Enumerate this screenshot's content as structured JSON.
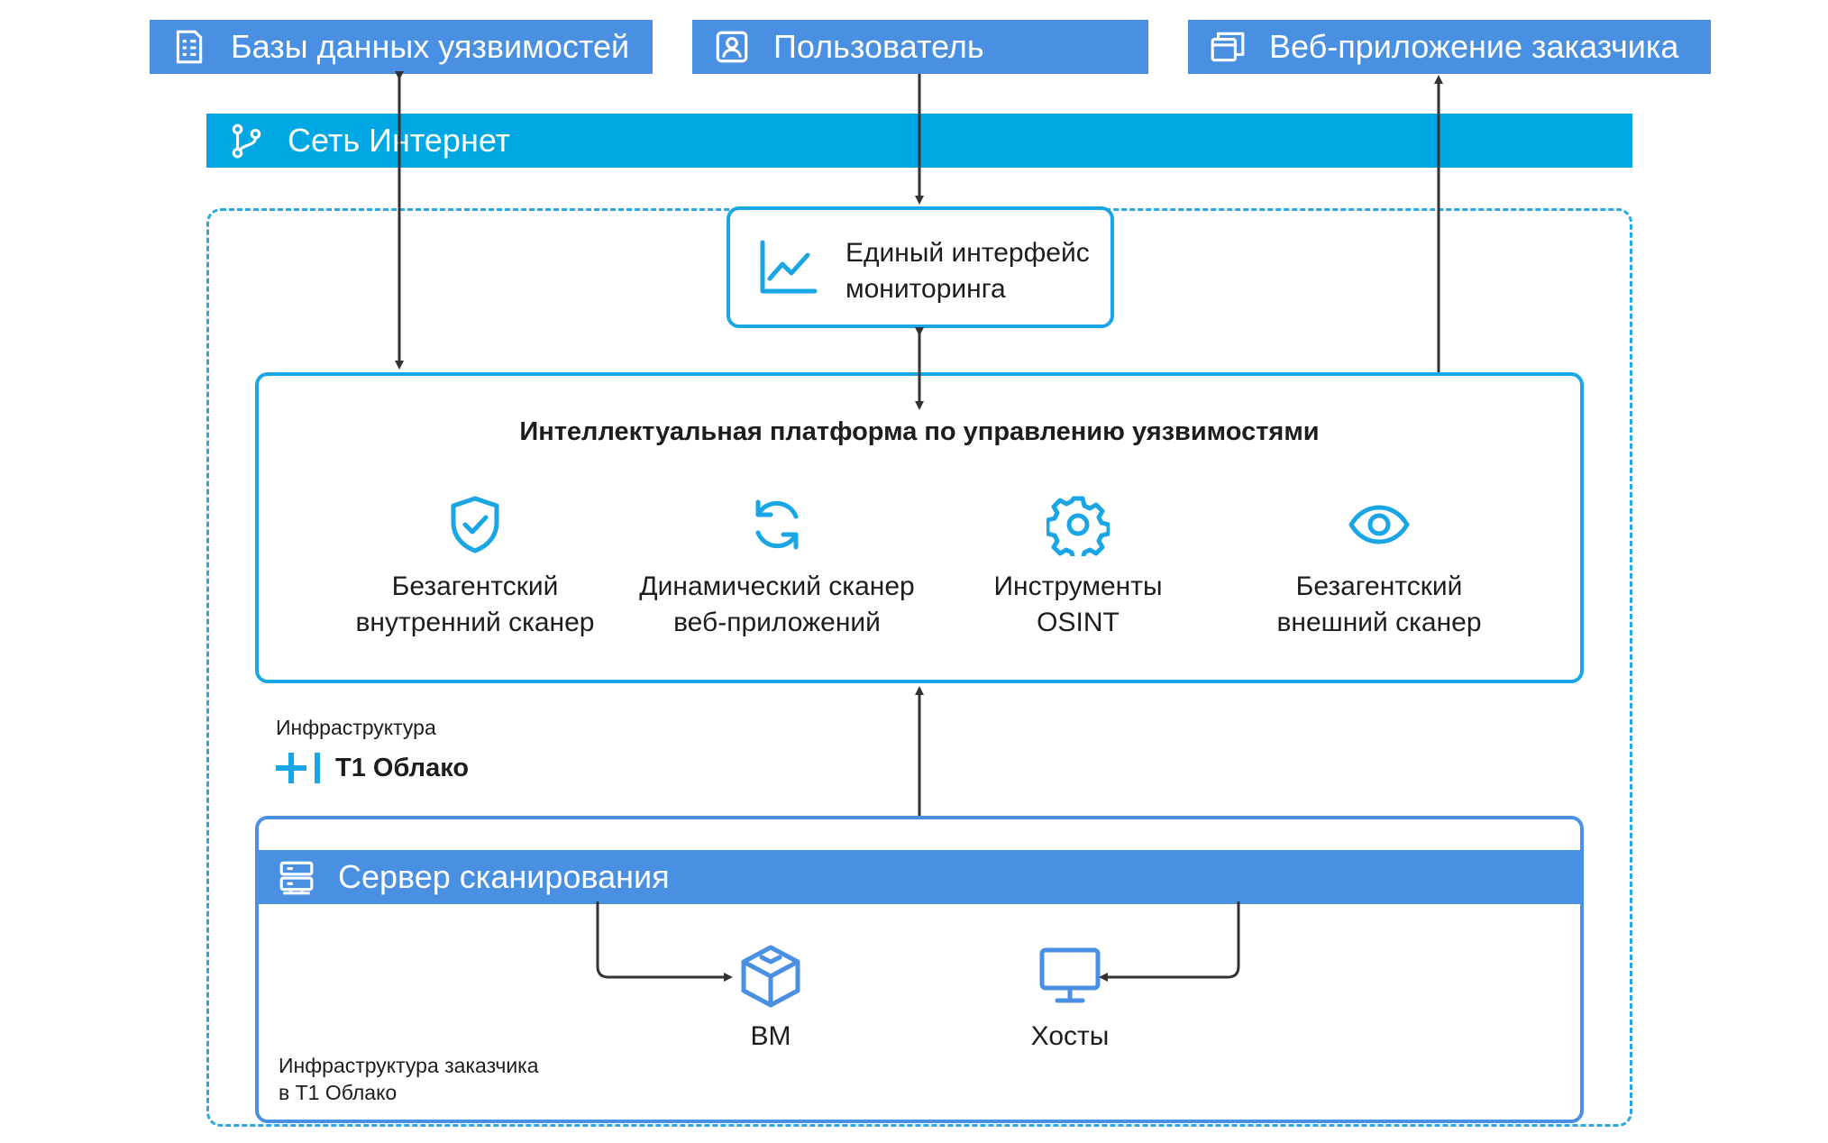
{
  "top": {
    "vuln_db": {
      "label": "Базы данных уязвимостей",
      "icon": "database-report-icon"
    },
    "user": {
      "label": "Пользователь",
      "icon": "user-icon"
    },
    "webapp": {
      "label": "Веб-приложение заказчика",
      "icon": "browser-windows-icon"
    }
  },
  "internet": {
    "label": "Сеть Интернет",
    "icon": "network-branch-icon"
  },
  "monitoring": {
    "line1": "Единый интерфейс",
    "line2": "мониторинга",
    "icon": "line-chart-icon"
  },
  "platform": {
    "title": "Интеллектуальная платформа по управлению уязвимостями",
    "features": [
      {
        "line1": "Безагентский",
        "line2": "внутренний сканер",
        "icon": "shield-check-icon"
      },
      {
        "line1": "Динамический сканер",
        "line2": "веб-приложений",
        "icon": "refresh-icon"
      },
      {
        "line1": "Инструменты",
        "line2": "OSINT",
        "icon": "gear-icon"
      },
      {
        "line1": "Безагентский",
        "line2": "внешний сканер",
        "icon": "eye-icon"
      }
    ]
  },
  "infra": {
    "caption": "Инфраструктура",
    "logo_text": "T1 Облако",
    "logo_icon": "t1-plus-logo-icon"
  },
  "scan_server": {
    "label": "Сервер сканирования",
    "icon": "server-icon"
  },
  "targets": {
    "vm": {
      "label": "ВМ",
      "icon": "cube-icon"
    },
    "hosts": {
      "label": "Хосты",
      "icon": "monitor-icon"
    }
  },
  "customer_infra": {
    "line1": "Инфраструктура заказчика",
    "line2": "в T1 Облако"
  },
  "colors": {
    "blue_box": "#4a90e2",
    "internet_bar": "#00a8e3",
    "accent": "#1aa6e4",
    "arrow": "#333333"
  }
}
